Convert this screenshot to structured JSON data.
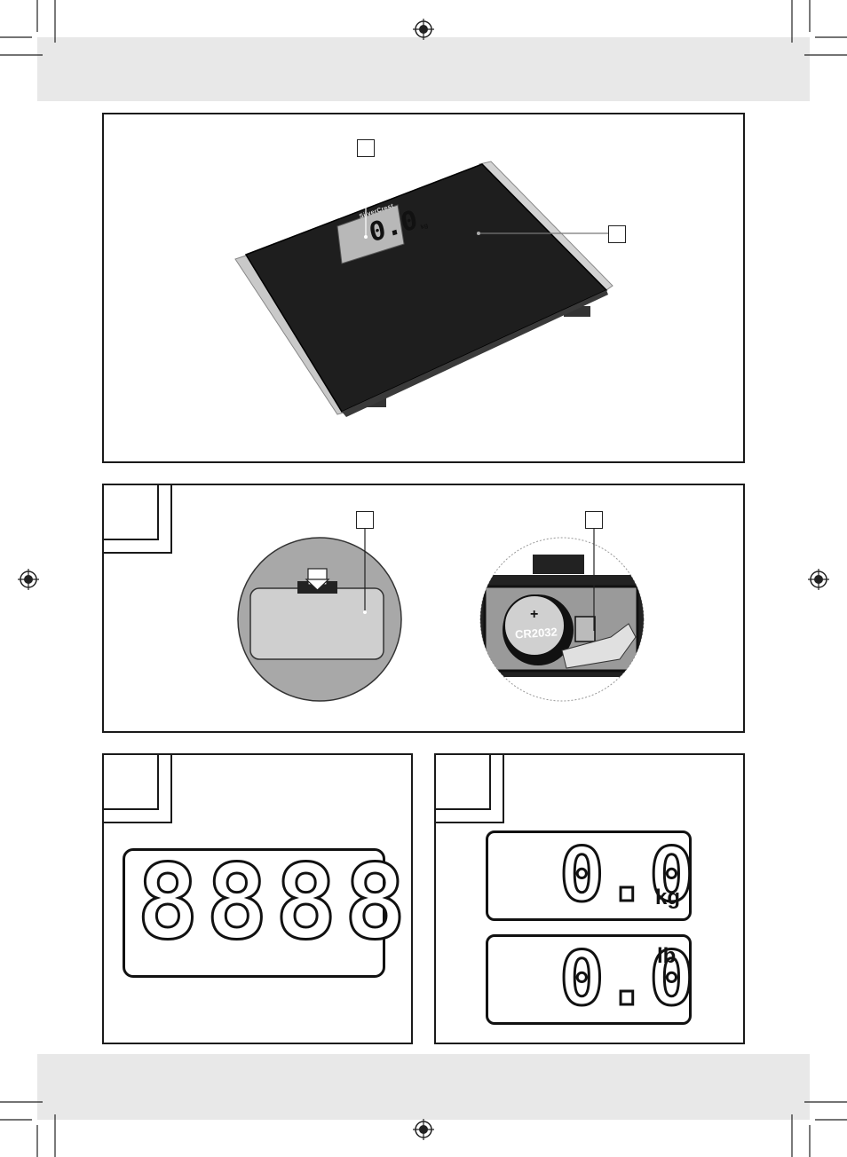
{
  "scale": {
    "brand_label": "SilverCrest",
    "display_reading": "0.0",
    "display_unit": "kg"
  },
  "battery": {
    "cell_label": "CR2032",
    "polarity_mark": "+"
  },
  "display_test": {
    "segments_text": "8888"
  },
  "unit_displays": [
    {
      "value": "0.0",
      "unit": "kg"
    },
    {
      "value": "0.0",
      "unit": "lb"
    }
  ],
  "colors": {
    "band": "#e8e8e8",
    "scale_glass": "#1e1e1e",
    "lcd_bg": "#c8c8c8",
    "lcd_panel": "#c8c8c8"
  }
}
